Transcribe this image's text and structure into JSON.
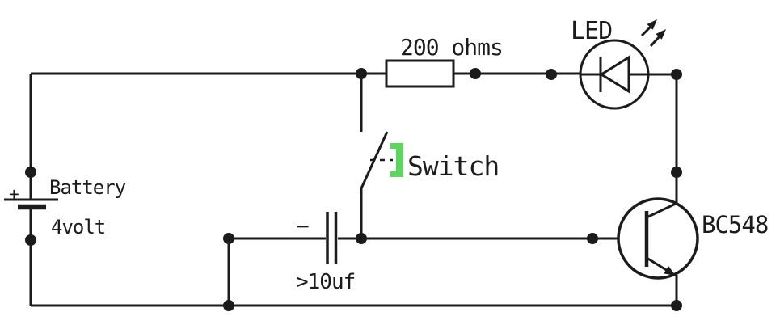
{
  "colors": {
    "background": "#ffffff",
    "wire": "#1b1b1b",
    "highlight": "#5cd65c"
  },
  "components": {
    "battery": {
      "name": "Battery",
      "value": "4volt",
      "polarity_plus": "+"
    },
    "resistor": {
      "value": "200 ohms"
    },
    "led": {
      "label": "LED"
    },
    "switch": {
      "label": "Switch"
    },
    "capacitor": {
      "value": ">10uf",
      "polarity_minus": "−"
    },
    "transistor": {
      "label": "BC548"
    }
  }
}
